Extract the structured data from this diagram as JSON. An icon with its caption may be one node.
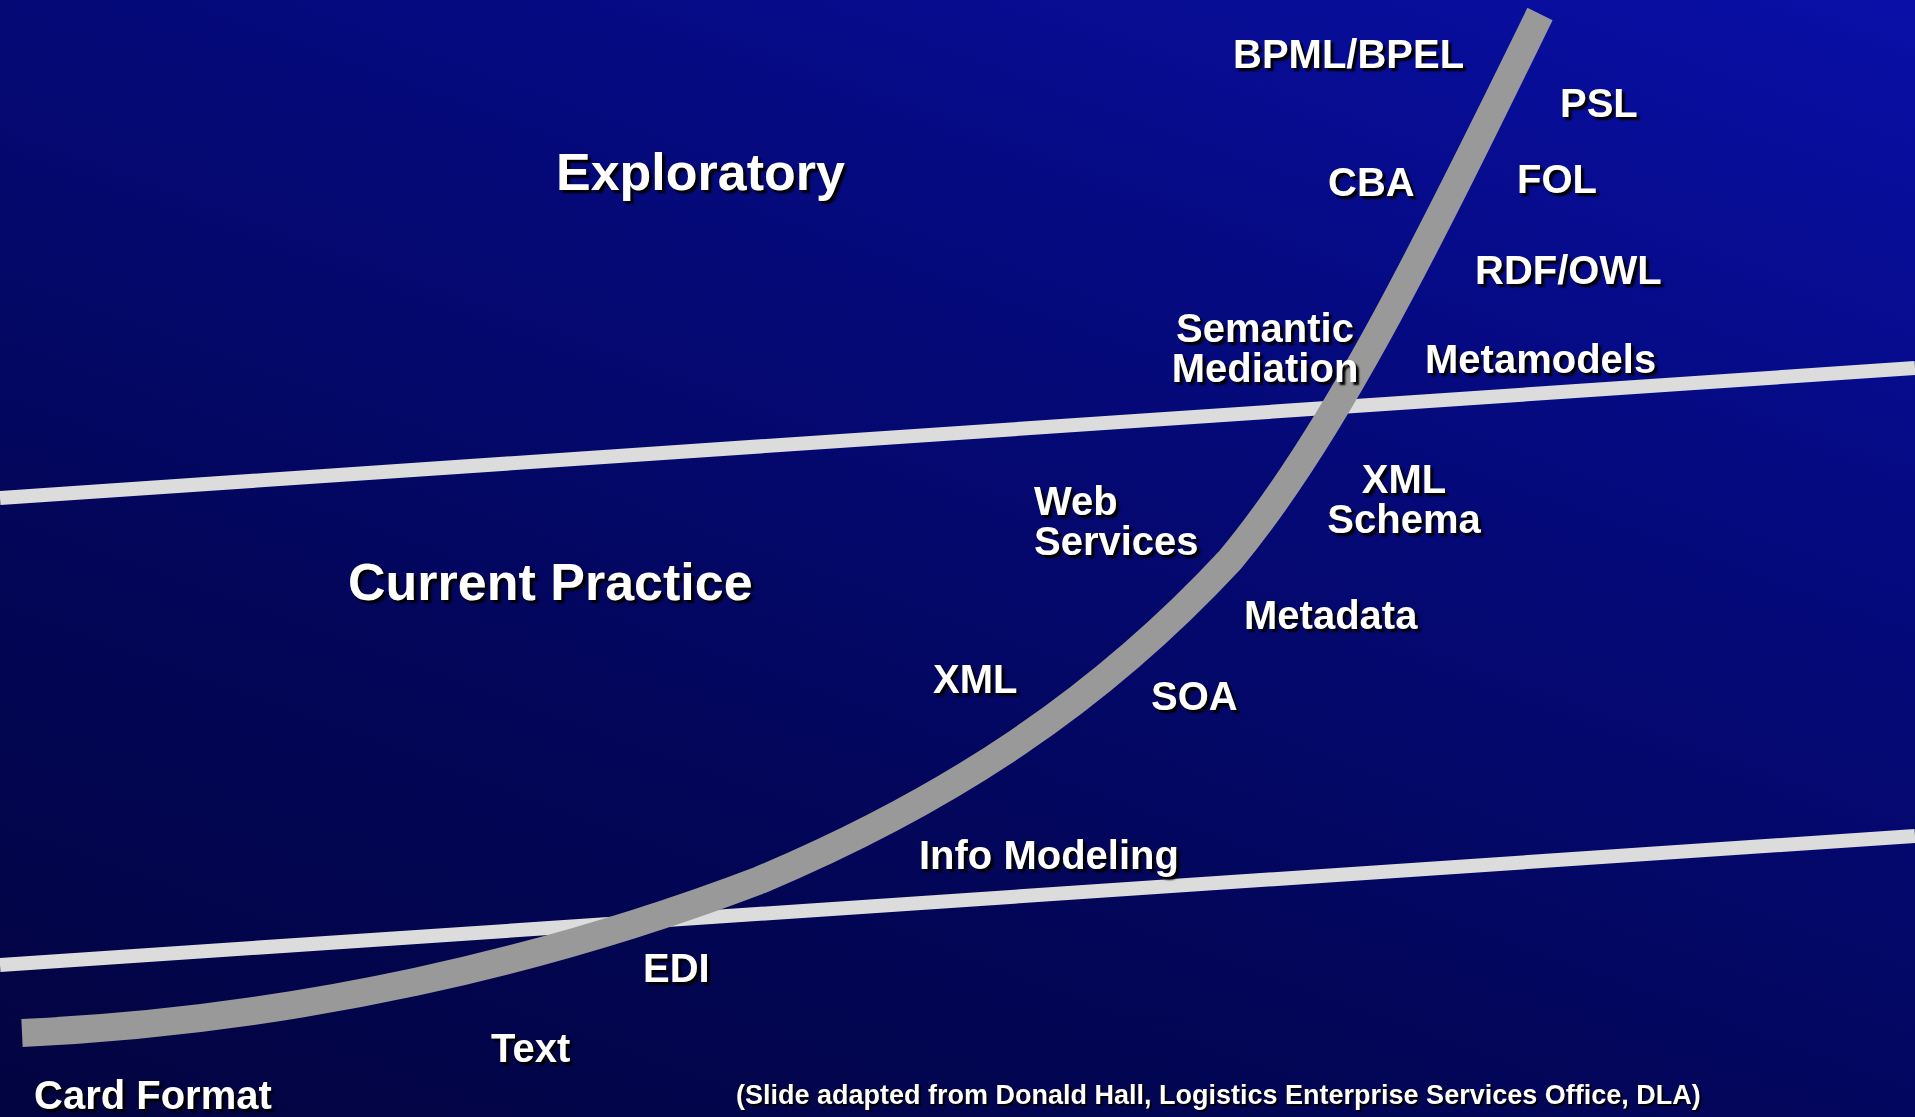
{
  "diagram": {
    "caption": "(Slide adapted from Donald Hall, Logistics Enterprise Services Office, DLA)",
    "labels": [
      "BPML/BPEL",
      "PSL",
      "Exploratory",
      "CBA",
      "FOL",
      "RDF/OWL",
      "Semantic Mediation",
      "Metamodels",
      "XML Schema",
      "Web Services",
      "Current Practice",
      "Metadata",
      "XML",
      "SOA",
      "Info Modeling",
      "EDI",
      "Text",
      "Card Format"
    ]
  }
}
